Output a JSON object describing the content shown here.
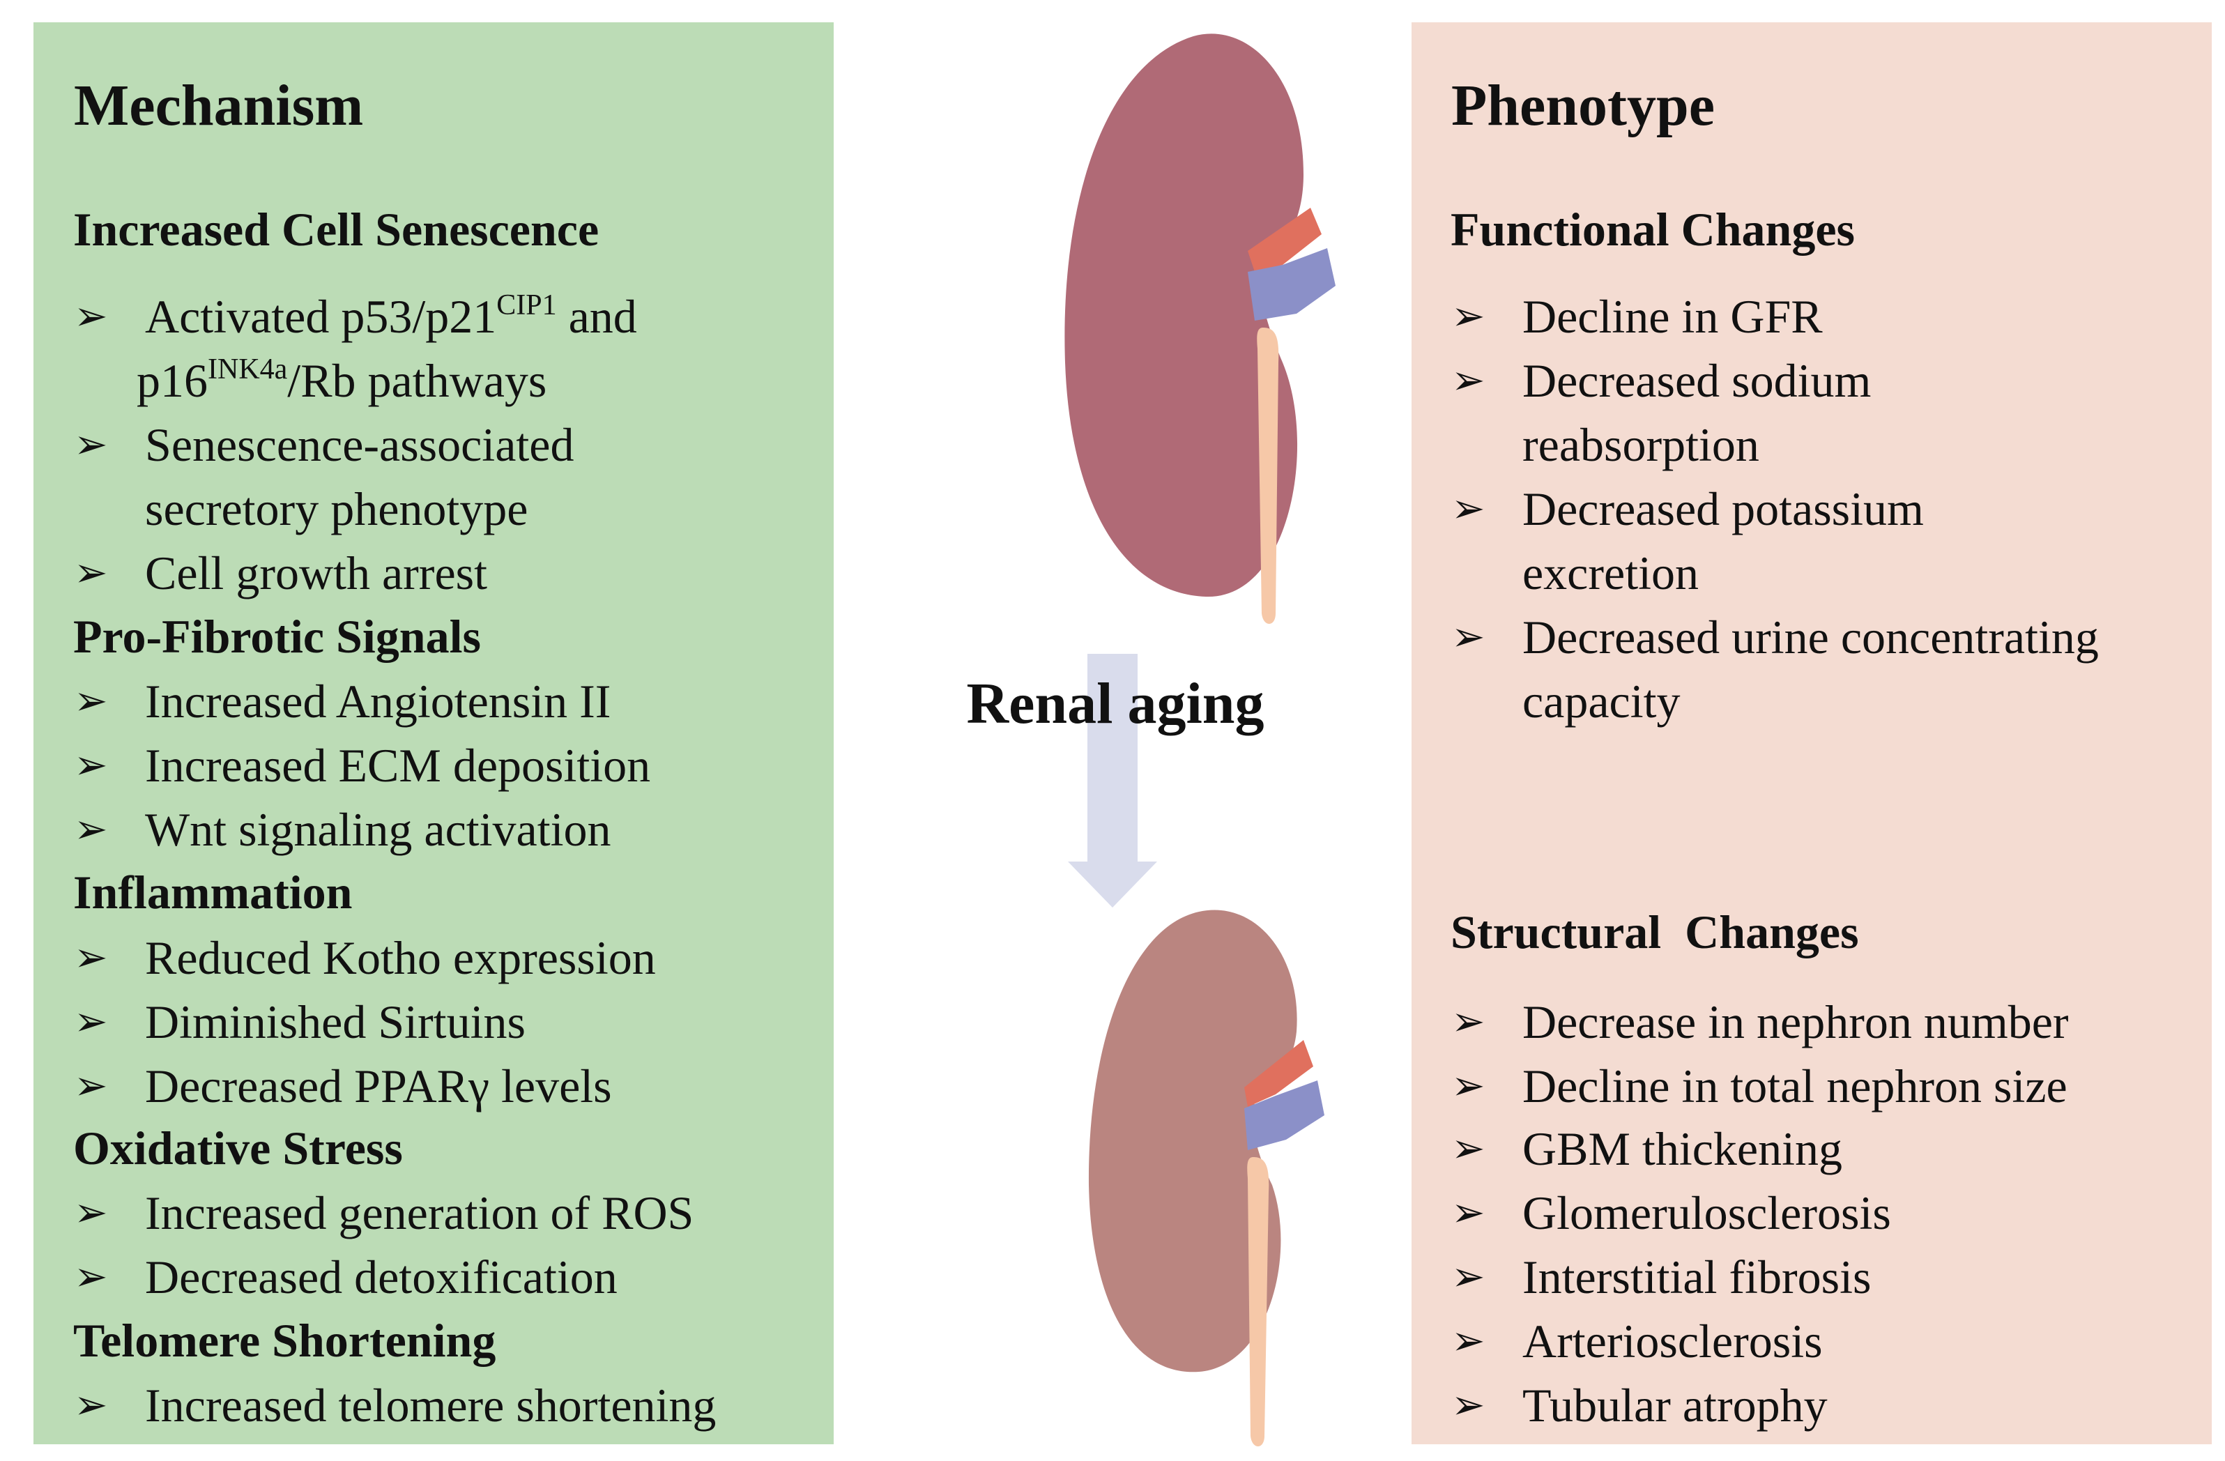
{
  "mechanism": {
    "title": "Mechanism",
    "sections": [
      {
        "heading": "Increased Cell Senescence",
        "items": [
          {
            "parts": [
              {
                "t": "Activated p53/p21"
              },
              {
                "sup": "CIP1"
              },
              {
                "t": " and"
              }
            ],
            "line2": [
              {
                "t": "p16"
              },
              {
                "sup": "INK4a"
              },
              {
                "t": "/Rb pathways"
              }
            ]
          },
          {
            "text": "Senescence-associated",
            "line2_text": "secretory phenotype"
          },
          {
            "text": "Cell growth arrest"
          }
        ]
      },
      {
        "heading": "Pro-Fibrotic Signals",
        "items": [
          {
            "text": "Increased Angiotensin II"
          },
          {
            "text": "Increased ECM deposition"
          },
          {
            "text": "Wnt signaling activation"
          }
        ]
      },
      {
        "heading": "Inflammation",
        "items": [
          {
            "text": "Reduced Kotho expression"
          },
          {
            "text": "Diminished Sirtuins"
          },
          {
            "text": "Decreased PPARγ levels"
          }
        ]
      },
      {
        "heading": "Oxidative Stress",
        "items": [
          {
            "text": "Increased generation of ROS"
          },
          {
            "text": "Decreased detoxification"
          }
        ]
      },
      {
        "heading": "Telomere Shortening",
        "items": [
          {
            "text": "Increased telomere shortening"
          }
        ]
      }
    ]
  },
  "center": {
    "label": "Renal aging"
  },
  "phenotype": {
    "title": "Phenotype",
    "sections": [
      {
        "heading": "Functional Changes",
        "items": [
          {
            "text": "Decline in GFR"
          },
          {
            "text": "Decreased sodium",
            "line2_text": "reabsorption"
          },
          {
            "text": "Decreased potassium",
            "line2_text": "excretion"
          },
          {
            "text": "Decreased urine concentrating",
            "line2_text": "capacity"
          }
        ]
      },
      {
        "heading": "Structural  Changes",
        "items": [
          {
            "text": "Decrease in nephron number"
          },
          {
            "text": "Decline in total nephron size"
          },
          {
            "text": "GBM thickening"
          },
          {
            "text": "Glomerulosclerosis"
          },
          {
            "text": "Interstitial fibrosis"
          },
          {
            "text": "Arteriosclerosis"
          },
          {
            "text": "Tubular atrophy"
          }
        ]
      }
    ]
  },
  "bullet_glyph": "➢",
  "colors": {
    "mechanism_panel": "#bcdcb6",
    "phenotype_panel": "#f4dcd2",
    "young_kidney": "#b06a76",
    "aged_kidney": "#ba8580",
    "artery": "#e0705e",
    "vein": "#8b90c8",
    "ureter": "#f6c8a8",
    "arrow": "#d9dcec"
  }
}
